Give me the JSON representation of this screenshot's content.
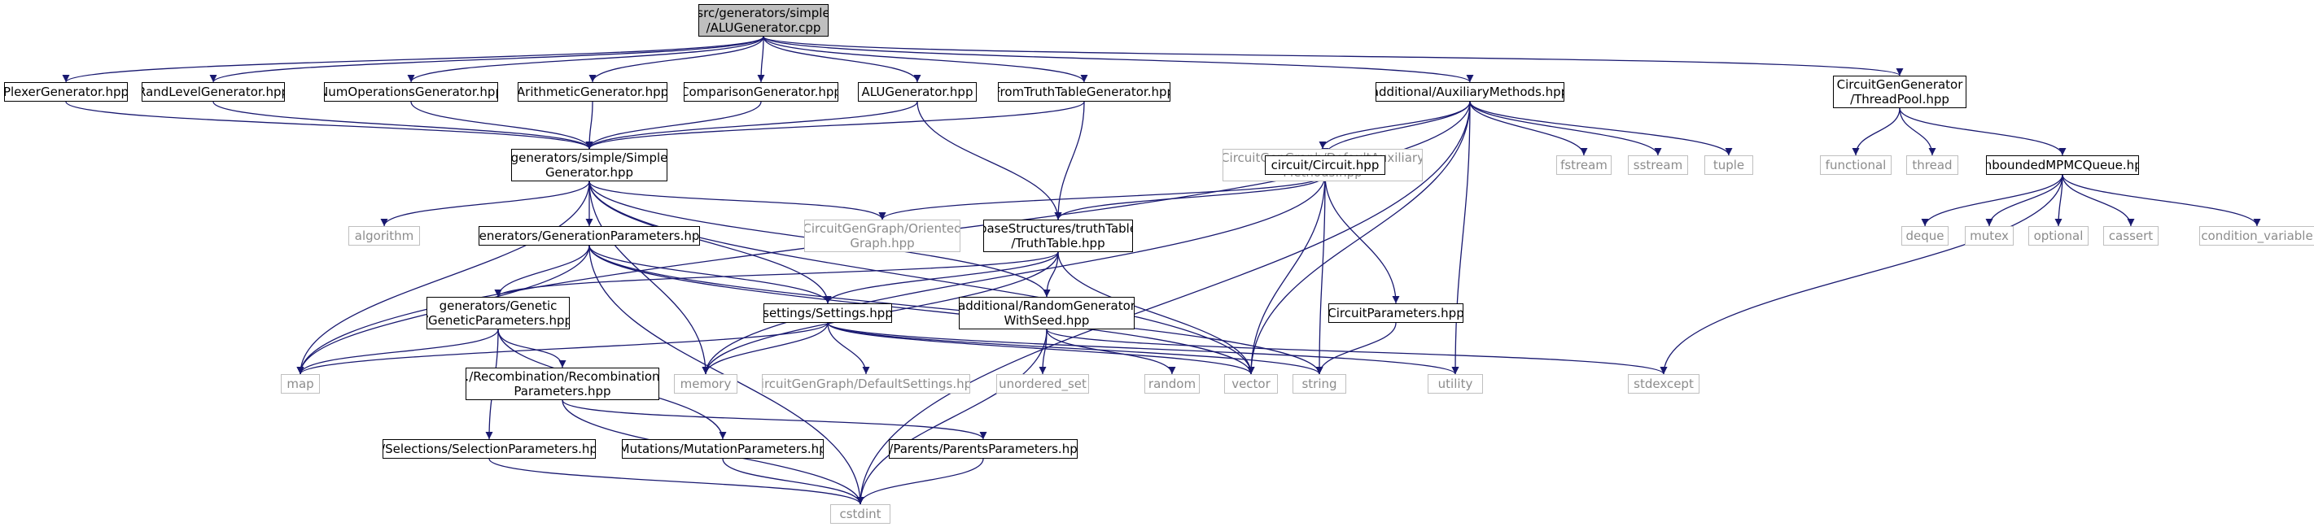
{
  "diagram": {
    "title": "src/generators/simple/ALUGenerator.cpp",
    "colors": {
      "edge": "#191970",
      "node_border": "#000000",
      "ext_border": "#bfbfbf",
      "ext_text": "#8c8c8c",
      "root_fill": "#bfbfbf"
    },
    "nodes": [
      {
        "id": "root",
        "lines": [
          "src/generators/simple",
          "/ALUGenerator.cpp"
        ],
        "kind": "root"
      },
      {
        "id": "plexer",
        "lines": [
          "PlexerGenerator.hpp"
        ],
        "kind": "file"
      },
      {
        "id": "randlevel",
        "lines": [
          "RandLevelGenerator.hpp"
        ],
        "kind": "file"
      },
      {
        "id": "numops",
        "lines": [
          "NumOperationsGenerator.hpp"
        ],
        "kind": "file"
      },
      {
        "id": "arith",
        "lines": [
          "ArithmeticGenerator.hpp"
        ],
        "kind": "file"
      },
      {
        "id": "compar",
        "lines": [
          "ComparisonGenerator.hpp"
        ],
        "kind": "file"
      },
      {
        "id": "alugen",
        "lines": [
          "ALUGenerator.hpp"
        ],
        "kind": "file"
      },
      {
        "id": "fromtt",
        "lines": [
          "FromTruthTableGenerator.hpp"
        ],
        "kind": "file"
      },
      {
        "id": "auxil",
        "lines": [
          "additional/AuxiliaryMethods.hpp"
        ],
        "kind": "file"
      },
      {
        "id": "threadpool",
        "lines": [
          "CircuitGenGenerator",
          "/ThreadPool.hpp"
        ],
        "kind": "file"
      },
      {
        "id": "simplegen",
        "lines": [
          "generators/simple/Simple",
          "Generator.hpp"
        ],
        "kind": "file"
      },
      {
        "id": "defaux",
        "lines": [
          "CircuitGenGraph/DefaultAuxiliary",
          "Methods.hpp"
        ],
        "kind": "ext"
      },
      {
        "id": "circuit",
        "lines": [
          "circuit/Circuit.hpp"
        ],
        "kind": "file"
      },
      {
        "id": "fstream",
        "lines": [
          "fstream"
        ],
        "kind": "ext"
      },
      {
        "id": "sstream",
        "lines": [
          "sstream"
        ],
        "kind": "ext"
      },
      {
        "id": "tuple",
        "lines": [
          "tuple"
        ],
        "kind": "ext"
      },
      {
        "id": "functional",
        "lines": [
          "functional"
        ],
        "kind": "ext"
      },
      {
        "id": "thread",
        "lines": [
          "thread"
        ],
        "kind": "ext"
      },
      {
        "id": "mpmc",
        "lines": [
          "UnboundedMPMCQueue.hpp"
        ],
        "kind": "file"
      },
      {
        "id": "algorithm",
        "lines": [
          "algorithm"
        ],
        "kind": "ext"
      },
      {
        "id": "genparams",
        "lines": [
          "generators/GenerationParameters.hpp"
        ],
        "kind": "file"
      },
      {
        "id": "oriented",
        "lines": [
          "CircuitGenGraph/Oriented",
          "Graph.hpp"
        ],
        "kind": "ext"
      },
      {
        "id": "truthtable",
        "lines": [
          "baseStructures/truthTable",
          "/TruthTable.hpp"
        ],
        "kind": "file"
      },
      {
        "id": "deque",
        "lines": [
          "deque"
        ],
        "kind": "ext"
      },
      {
        "id": "mutex",
        "lines": [
          "mutex"
        ],
        "kind": "ext"
      },
      {
        "id": "optional",
        "lines": [
          "optional"
        ],
        "kind": "ext"
      },
      {
        "id": "cassert",
        "lines": [
          "cassert"
        ],
        "kind": "ext"
      },
      {
        "id": "condvar",
        "lines": [
          "condition_variable"
        ],
        "kind": "ext"
      },
      {
        "id": "genetic",
        "lines": [
          "generators/Genetic",
          "/GeneticParameters.hpp"
        ],
        "kind": "file"
      },
      {
        "id": "settings",
        "lines": [
          "settings/Settings.hpp"
        ],
        "kind": "file"
      },
      {
        "id": "randgen",
        "lines": [
          "additional/RandomGenerator",
          "WithSeed.hpp"
        ],
        "kind": "file"
      },
      {
        "id": "circparams",
        "lines": [
          "CircuitParameters.hpp"
        ],
        "kind": "file"
      },
      {
        "id": "map",
        "lines": [
          "map"
        ],
        "kind": "ext"
      },
      {
        "id": "recomb",
        "lines": [
          "./Recombination/Recombination",
          "Parameters.hpp"
        ],
        "kind": "file"
      },
      {
        "id": "memory",
        "lines": [
          "memory"
        ],
        "kind": "ext"
      },
      {
        "id": "defsettings",
        "lines": [
          "CircuitGenGraph/DefaultSettings.hpp"
        ],
        "kind": "ext"
      },
      {
        "id": "unordset",
        "lines": [
          "unordered_set"
        ],
        "kind": "ext"
      },
      {
        "id": "random",
        "lines": [
          "random"
        ],
        "kind": "ext"
      },
      {
        "id": "vector",
        "lines": [
          "vector"
        ],
        "kind": "ext"
      },
      {
        "id": "string",
        "lines": [
          "string"
        ],
        "kind": "ext"
      },
      {
        "id": "utility",
        "lines": [
          "utility"
        ],
        "kind": "ext"
      },
      {
        "id": "stdexcept",
        "lines": [
          "stdexcept"
        ],
        "kind": "ext"
      },
      {
        "id": "selection",
        "lines": [
          "../Selections/SelectionParameters.hpp"
        ],
        "kind": "file"
      },
      {
        "id": "mutation",
        "lines": [
          "./Mutations/MutationParameters.hpp"
        ],
        "kind": "file"
      },
      {
        "id": "parents",
        "lines": [
          "../Parents/ParentsParameters.hpp"
        ],
        "kind": "file"
      },
      {
        "id": "cstdint",
        "lines": [
          "cstdint"
        ],
        "kind": "ext"
      }
    ],
    "edges": [
      [
        "root",
        "plexer"
      ],
      [
        "root",
        "randlevel"
      ],
      [
        "root",
        "numops"
      ],
      [
        "root",
        "arith"
      ],
      [
        "root",
        "compar"
      ],
      [
        "root",
        "alugen"
      ],
      [
        "root",
        "fromtt"
      ],
      [
        "root",
        "auxil"
      ],
      [
        "root",
        "threadpool"
      ],
      [
        "plexer",
        "simplegen"
      ],
      [
        "randlevel",
        "simplegen"
      ],
      [
        "numops",
        "simplegen"
      ],
      [
        "arith",
        "simplegen"
      ],
      [
        "compar",
        "simplegen"
      ],
      [
        "alugen",
        "simplegen"
      ],
      [
        "alugen",
        "truthtable"
      ],
      [
        "fromtt",
        "simplegen"
      ],
      [
        "fromtt",
        "truthtable"
      ],
      [
        "auxil",
        "defaux"
      ],
      [
        "auxil",
        "circuit"
      ],
      [
        "auxil",
        "fstream"
      ],
      [
        "auxil",
        "sstream"
      ],
      [
        "auxil",
        "tuple"
      ],
      [
        "auxil",
        "map"
      ],
      [
        "auxil",
        "utility"
      ],
      [
        "auxil",
        "vector"
      ],
      [
        "auxil",
        "cstdint"
      ],
      [
        "threadpool",
        "functional"
      ],
      [
        "threadpool",
        "thread"
      ],
      [
        "threadpool",
        "mpmc"
      ],
      [
        "mpmc",
        "deque"
      ],
      [
        "mpmc",
        "mutex"
      ],
      [
        "mpmc",
        "optional"
      ],
      [
        "mpmc",
        "cassert"
      ],
      [
        "mpmc",
        "condvar"
      ],
      [
        "mpmc",
        "stdexcept"
      ],
      [
        "simplegen",
        "algorithm"
      ],
      [
        "simplegen",
        "genparams"
      ],
      [
        "simplegen",
        "oriented"
      ],
      [
        "simplegen",
        "settings"
      ],
      [
        "simplegen",
        "randgen"
      ],
      [
        "simplegen",
        "map"
      ],
      [
        "simplegen",
        "memory"
      ],
      [
        "simplegen",
        "vector"
      ],
      [
        "circuit",
        "oriented"
      ],
      [
        "circuit",
        "truthtable"
      ],
      [
        "circuit",
        "circparams"
      ],
      [
        "circuit",
        "memory"
      ],
      [
        "circuit",
        "vector"
      ],
      [
        "circuit",
        "string"
      ],
      [
        "genparams",
        "genetic"
      ],
      [
        "genparams",
        "settings"
      ],
      [
        "genparams",
        "map"
      ],
      [
        "genparams",
        "cstdint"
      ],
      [
        "genparams",
        "vector"
      ],
      [
        "genparams",
        "string"
      ],
      [
        "truthtable",
        "genetic"
      ],
      [
        "truthtable",
        "settings"
      ],
      [
        "truthtable",
        "randgen"
      ],
      [
        "truthtable",
        "vector"
      ],
      [
        "truthtable",
        "memory"
      ],
      [
        "genetic",
        "recomb"
      ],
      [
        "genetic",
        "selection"
      ],
      [
        "genetic",
        "mutation"
      ],
      [
        "genetic",
        "map"
      ],
      [
        "settings",
        "map"
      ],
      [
        "settings",
        "memory"
      ],
      [
        "settings",
        "defsettings"
      ],
      [
        "settings",
        "vector"
      ],
      [
        "settings",
        "string"
      ],
      [
        "settings",
        "utility"
      ],
      [
        "randgen",
        "unordset"
      ],
      [
        "randgen",
        "random"
      ],
      [
        "randgen",
        "stdexcept"
      ],
      [
        "randgen",
        "cstdint"
      ],
      [
        "circparams",
        "string"
      ],
      [
        "recomb",
        "parents"
      ],
      [
        "recomb",
        "cstdint"
      ],
      [
        "selection",
        "cstdint"
      ],
      [
        "mutation",
        "cstdint"
      ],
      [
        "parents",
        "cstdint"
      ]
    ]
  }
}
